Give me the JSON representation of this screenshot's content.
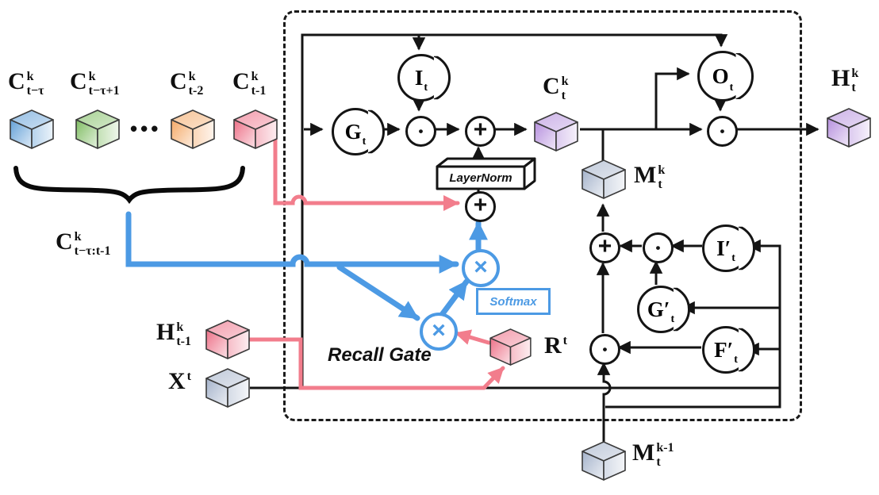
{
  "colors": {
    "line_black": "#141414",
    "accent_blue": "#4c9ae4",
    "accent_pink": "#f27d8c",
    "cube_blue": "#5b9bd5",
    "cube_green": "#79ba5b",
    "cube_orange": "#f3a45f",
    "cube_red": "#ec6982",
    "cube_purple": "#b28adc",
    "cube_gray": "#a0afc8"
  },
  "history_cells": [
    {
      "main": "C",
      "sup": "k",
      "sub": "t−τ",
      "color_key": "cube_blue"
    },
    {
      "main": "C",
      "sup": "k",
      "sub": "t−τ+1",
      "color_key": "cube_green"
    },
    {
      "main": "C",
      "sup": "k",
      "sub": "t-2",
      "color_key": "cube_orange"
    },
    {
      "main": "C",
      "sup": "k",
      "sub": "t-1",
      "color_key": "cube_red"
    }
  ],
  "ellipsis": "•••",
  "range_label": {
    "main": "C",
    "sup": "k",
    "sub": "t−τ:t-1"
  },
  "inputs": {
    "h_prev": {
      "main": "H",
      "sup": "k",
      "sub": "t-1",
      "color_key": "cube_red"
    },
    "x_t": {
      "main": "X",
      "sup": "",
      "sub": "t",
      "color_key": "cube_gray"
    },
    "m_prev": {
      "main": "M",
      "sup": "k-1",
      "sub": "t",
      "color_key": "cube_gray"
    }
  },
  "internal": {
    "r_t": {
      "main": "R",
      "sup": "",
      "sub": "t",
      "color_key": "cube_red"
    },
    "c_t": {
      "main": "C",
      "sup": "k",
      "sub": "t",
      "color_key": "cube_purple"
    },
    "m_t": {
      "main": "M",
      "sup": "k",
      "sub": "t",
      "color_key": "cube_gray"
    }
  },
  "output": {
    "h_t": {
      "main": "H",
      "sup": "k",
      "sub": "t",
      "color_key": "cube_purple"
    }
  },
  "gates": {
    "g": {
      "main": "G",
      "sub": "t"
    },
    "i": {
      "main": "I",
      "sub": "t"
    },
    "o": {
      "main": "O",
      "sub": "t"
    },
    "i2": {
      "main": "I′",
      "sub": "t"
    },
    "g2": {
      "main": "G′",
      "sub": "t"
    },
    "f2": {
      "main": "F′",
      "sub": "t"
    }
  },
  "operators": {
    "add": "+",
    "dot": "•",
    "mul": "×"
  },
  "boxes": {
    "layernorm": "LayerNorm",
    "softmax": "Softmax"
  },
  "annotations": {
    "recall_gate": "Recall Gate"
  }
}
